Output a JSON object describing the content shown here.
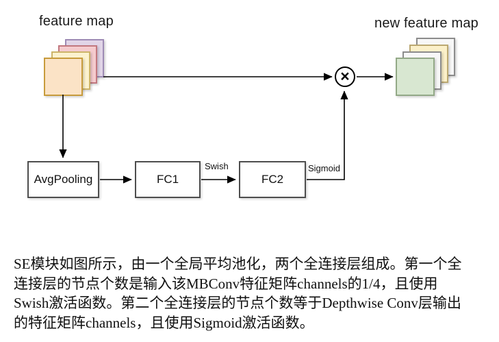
{
  "diagram": {
    "feature_map": {
      "label": "feature map",
      "layers": [
        {
          "name": "purple",
          "fill": "#E1D5E7",
          "stroke": "#9E8BB5"
        },
        {
          "name": "pink",
          "fill": "#F5CBCE",
          "stroke": "#C2787F"
        },
        {
          "name": "yellow",
          "fill": "#FCF2CE",
          "stroke": "#CDB469"
        },
        {
          "name": "orange",
          "fill": "#FBE3C6",
          "stroke": "#C79B3B"
        }
      ]
    },
    "new_feature_map": {
      "label": "new feature map",
      "layers": [
        {
          "name": "white-back",
          "fill": "#F7F7F7",
          "stroke": "#8C8C8C"
        },
        {
          "name": "yellow",
          "fill": "#FBF0C9",
          "stroke": "#BBA871"
        },
        {
          "name": "white",
          "fill": "#F7F7F7",
          "stroke": "#8C8C8C"
        },
        {
          "name": "green",
          "fill": "#D8E7D1",
          "stroke": "#93A987"
        }
      ]
    },
    "nodes": {
      "avgpooling": "AvgPooling",
      "fc1": "FC1",
      "fc2": "FC2"
    },
    "edge_labels": {
      "swish": "Swish",
      "sigmoid": "Sigmoid"
    },
    "multiply_symbol": "×"
  },
  "caption": {
    "lines": [
      "SE模块如图所示，由一个全局平均池化，两个全连接层组成。第一个全",
      "连接层的节点个数是输入该MBConv特征矩阵channels的1/4，且使用",
      "Swish激活函数。第二个全连接层的节点个数等于Depthwise Conv层输出",
      "的特征矩阵channels，且使用Sigmoid激活函数。"
    ]
  }
}
